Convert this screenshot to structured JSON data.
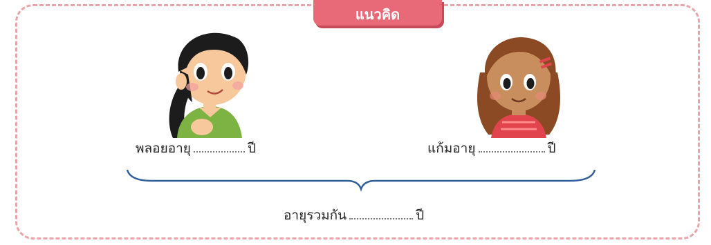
{
  "title": "แนวคิด",
  "person1": {
    "label": "พลอยอายุ",
    "unit": "ปี"
  },
  "person2": {
    "label": "แก้มอายุ",
    "unit": "ปี"
  },
  "total": {
    "label": "อายุรวมกัน",
    "unit": "ปี"
  },
  "colors": {
    "frame": "#e8a4a8",
    "tab": "#e86a78",
    "brace": "#2f5e99"
  }
}
